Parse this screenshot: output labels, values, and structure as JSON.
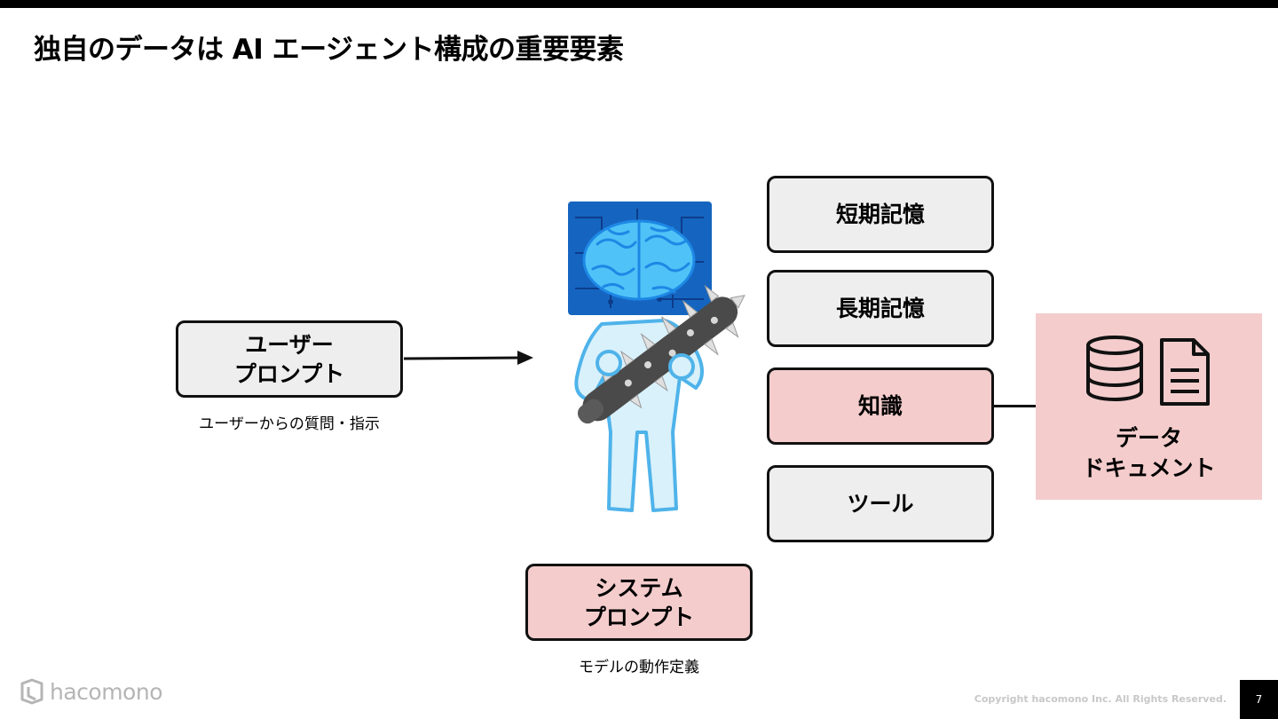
{
  "slide": {
    "title": "独自のデータは AI エージェント構成の重要要素",
    "page_number": "7",
    "copyright": "Copyright hacomono Inc. All Rights Reserved.",
    "logo_text": "hacomono"
  },
  "user_prompt": {
    "label": "ユーザー\nプロンプト",
    "caption": "ユーザーからの質問・指示"
  },
  "system_prompt": {
    "label": "システム\nプロンプト",
    "caption": "モデルの動作定義"
  },
  "components": [
    {
      "label": "短期記憶",
      "highlight": false
    },
    {
      "label": "長期記憶",
      "highlight": false
    },
    {
      "label": "知識",
      "highlight": true
    },
    {
      "label": "ツール",
      "highlight": false
    }
  ],
  "data_source": {
    "label": "データ\nドキュメント",
    "icons": [
      "database-icon",
      "document-icon"
    ]
  },
  "colors": {
    "pink": "#f4cccc",
    "gray": "#eeeeee",
    "robot_blue": "#1e88e5",
    "robot_light": "#d9f1fb"
  }
}
